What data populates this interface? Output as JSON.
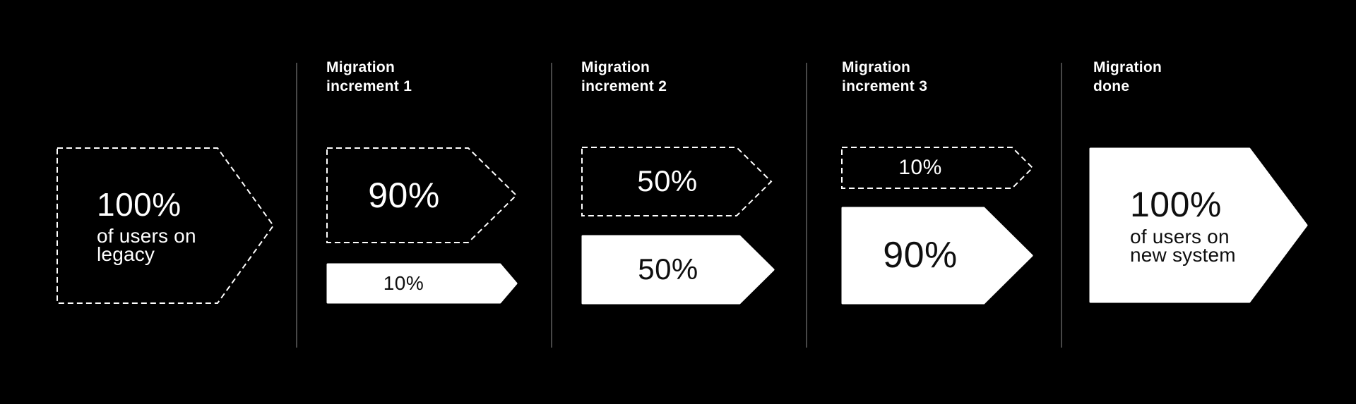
{
  "colors": {
    "background": "#000000",
    "divider": "#474747",
    "arrow_outline": "#ffffff",
    "arrow_fill_solid": "#ffffff",
    "text_on_black": "#ffffff",
    "text_on_white": "#0f0f0f"
  },
  "stages": [
    {
      "header": {
        "line1": "",
        "line2": ""
      },
      "arrows": [
        {
          "style": "dashed",
          "value": "100%",
          "caption1": "of users on",
          "caption2": "legacy"
        }
      ]
    },
    {
      "header": {
        "line1": "Migration",
        "line2": "increment 1"
      },
      "arrows": [
        {
          "style": "dashed",
          "value": "90%"
        },
        {
          "style": "solid",
          "value": "10%"
        }
      ]
    },
    {
      "header": {
        "line1": "Migration",
        "line2": "increment 2"
      },
      "arrows": [
        {
          "style": "dashed",
          "value": "50%"
        },
        {
          "style": "solid",
          "value": "50%"
        }
      ]
    },
    {
      "header": {
        "line1": "Migration",
        "line2": "increment 3"
      },
      "arrows": [
        {
          "style": "dashed",
          "value": "10%"
        },
        {
          "style": "solid",
          "value": "90%"
        }
      ]
    },
    {
      "header": {
        "line1": "Migration",
        "line2": "done"
      },
      "arrows": [
        {
          "style": "solid",
          "value": "100%",
          "caption1": "of users on",
          "caption2": "new system"
        }
      ]
    }
  ]
}
